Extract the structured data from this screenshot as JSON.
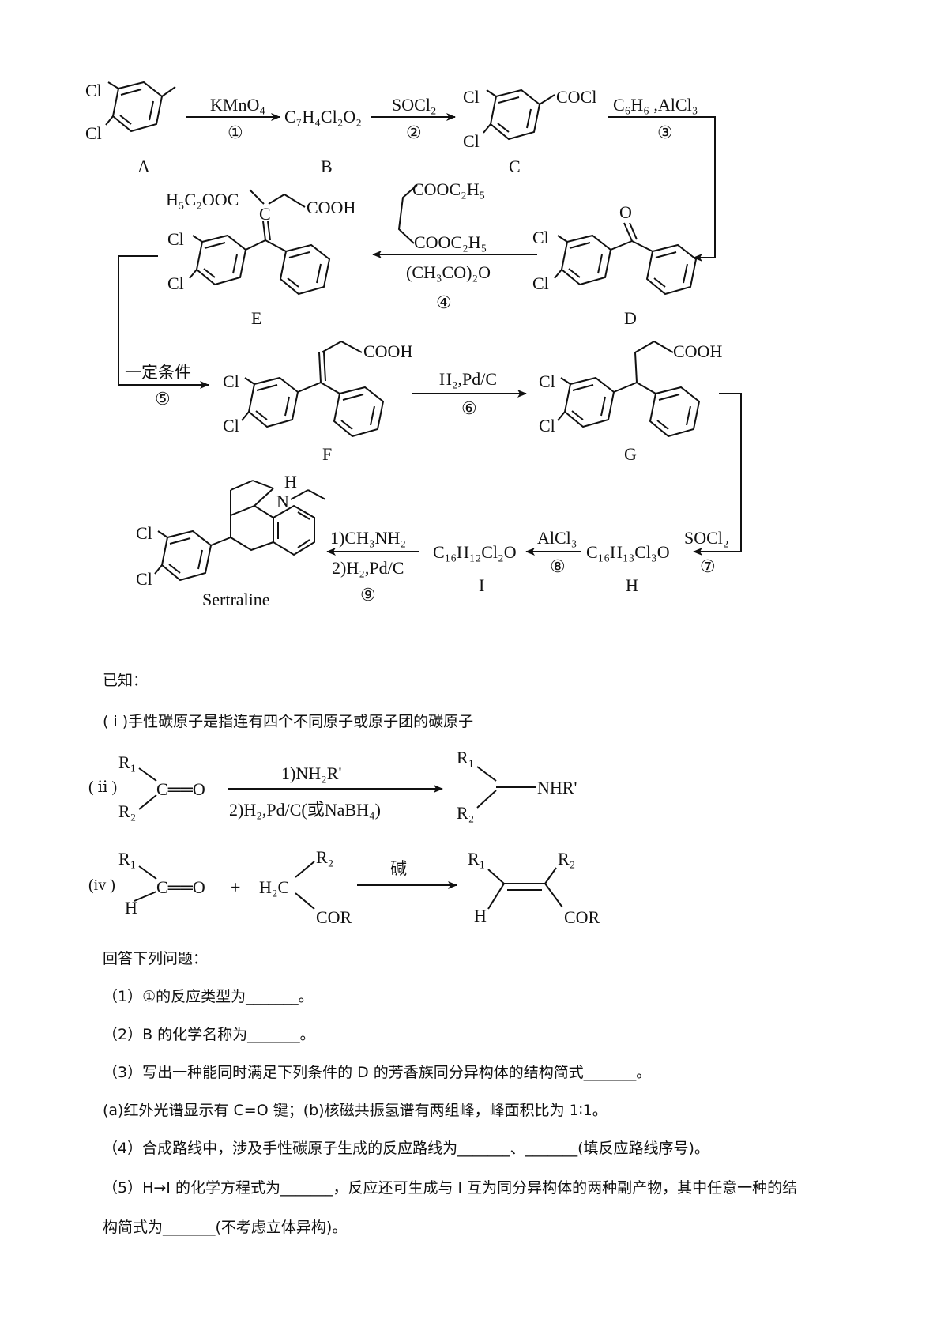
{
  "scheme": {
    "step1": {
      "reagent": "KMnO₄",
      "num": "①"
    },
    "B_formula": "C₇H₄Cl₂O₂",
    "step2": {
      "reagent": "SOCl₂",
      "num": "②"
    },
    "C_group": "COCl",
    "step3": {
      "reagent": "C₆H₆ ,AlCl₃",
      "num": "③"
    },
    "step4": {
      "reagent1": "COOC₂H₅",
      "reagent2": "COOC₂H₅",
      "reagent3": "(CH₃CO)₂O",
      "num": "④"
    },
    "E_groups": {
      "ester": "H₅C₂OOC",
      "c": "C",
      "acid": "COOH"
    },
    "step5": {
      "reagent": "一定条件",
      "num": "⑤"
    },
    "F_group": "COOH",
    "step6": {
      "reagent": "H₂,Pd/C",
      "num": "⑥"
    },
    "G_group": "COOH",
    "step7": {
      "reagent": "SOCl₂",
      "num": "⑦"
    },
    "H_formula": "C₁₆H₁₃Cl₃O",
    "step8": {
      "reagent": "AlCl₃",
      "num": "⑧"
    },
    "I_formula": "C₁₆H₁₂Cl₂O",
    "step9": {
      "reagent1": "1)CH₃NH₂",
      "reagent2": "2)H₂,Pd/C",
      "num": "⑨"
    },
    "nh": "H",
    "n": "N",
    "cl": "Cl",
    "o": "O",
    "labels": {
      "A": "A",
      "B": "B",
      "C": "C",
      "D": "D",
      "E": "E",
      "F": "F",
      "G": "G",
      "H": "H",
      "I": "I",
      "S": "Sertraline"
    }
  },
  "known": {
    "heading": "已知：",
    "i": "( ⅰ )手性碳原子是指连有四个不同原子或原子团的碳原子",
    "ii_label": "( ⅱ )",
    "ii_r1": "R₁",
    "ii_r2": "R₂",
    "ii_co": "C══O",
    "ii_reagent1": "1)NH₂R'",
    "ii_reagent2": "2)H₂,Pd/C(或NaBH₄)",
    "ii_prod_r1": "R₁",
    "ii_prod_r2": "R₂",
    "ii_prod_group": "NHR'",
    "iv_label": "(iv )",
    "iv_r1": "R₁",
    "iv_h": "H",
    "iv_co": "C══O",
    "iv_plus": "+",
    "iv_h2c": "H₂C",
    "iv_r2": "R₂",
    "iv_cor": "COR",
    "iv_reagent": "碱",
    "iv_prod_r1": "R₁",
    "iv_prod_r2": "R₂",
    "iv_prod_h": "H",
    "iv_prod_cor": "COR"
  },
  "questions": {
    "heading": "回答下列问题：",
    "q1": "（1）①的反应类型为_______。",
    "q2": "（2）B 的化学名称为_______。",
    "q3": "（3）写出一种能同时满足下列条件的 D 的芳香族同分异构体的结构简式_______。",
    "q3_cond": "(a)红外光谱显示有 C=O 键；(b)核磁共振氢谱有两组峰，峰面积比为 1∶1。",
    "q4": "（4）合成路线中，涉及手性碳原子生成的反应路线为_______、_______(填反应路线序号)。",
    "q5a": "（5）H→I 的化学方程式为_______，反应还可生成与 I 互为同分异构体的两种副产物，其中任意一种的结",
    "q5b": "构简式为_______(不考虑立体异构)。"
  }
}
